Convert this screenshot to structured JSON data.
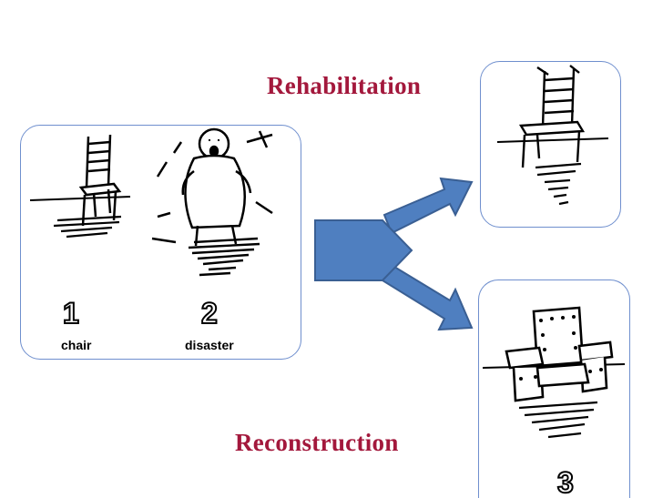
{
  "labels": {
    "rehabilitation": "Rehabilitation",
    "reconstruction": "Reconstruction"
  },
  "steps": [
    {
      "number": "1",
      "caption": "chair"
    },
    {
      "number": "2",
      "caption": "disaster"
    },
    {
      "number": "3",
      "caption": ""
    }
  ],
  "colors": {
    "heading": "#a3183c",
    "arrow_fill": "#4f7fc0",
    "arrow_stroke": "#3a5f93",
    "panel_border": "#6f8fce"
  }
}
